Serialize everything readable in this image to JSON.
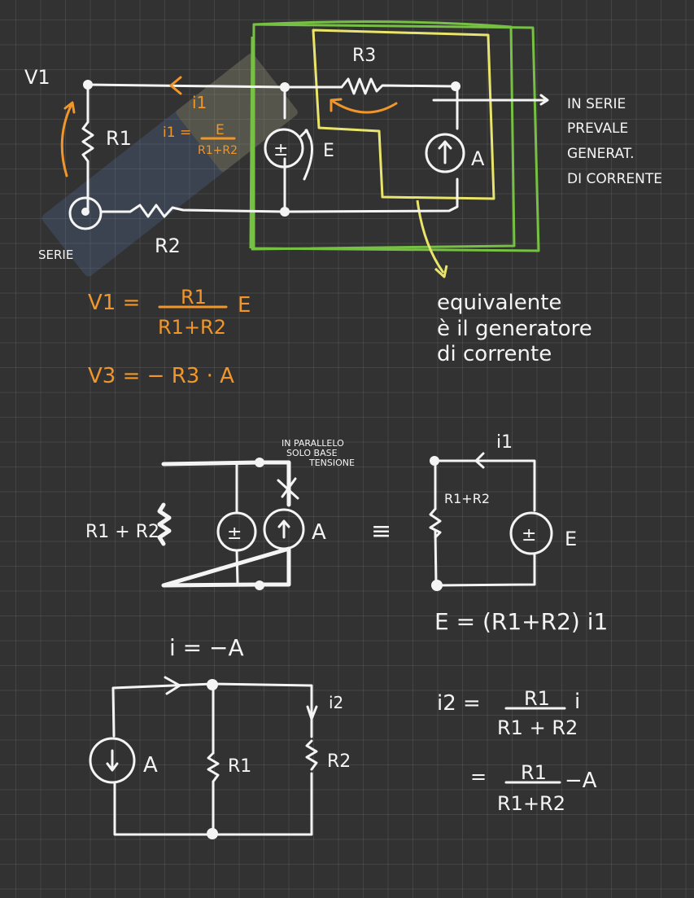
{
  "colors": {
    "background": "#323232",
    "ink": "#f4f4f4",
    "highlight_orange": "#f0962a",
    "box_green": "#76c043",
    "box_yellow": "#e9e46a"
  },
  "circuit1": {
    "v1_label": "V1",
    "r1_label": "R1",
    "r2_label": "R2",
    "r3_label": "R3",
    "e_label": "E",
    "a_label": "A",
    "i1_label": "i1",
    "i1_formula_lhs": "i1 =",
    "i1_formula_num": "E",
    "i1_formula_den": "R1+R2",
    "serie_label": "SERIE",
    "plus_minus": "±",
    "note_lines": [
      "IN SERIE",
      "PREVALE",
      "GENERAT.",
      "DI CORRENTE"
    ],
    "equiv_note_lines": [
      "equivalente",
      "è il generatore",
      "di corrente"
    ]
  },
  "equations": {
    "v1_lhs": "V1 =",
    "v1_num": "R1",
    "v1_den": "R1+R2",
    "v1_tail": "E",
    "v3": "V3 =  − R3 · A"
  },
  "circuit2": {
    "resistor_label": "R1 + R2",
    "a_label": "A",
    "plus_minus": "±",
    "note_lines": [
      "IN PARALLELO",
      "SOLO BASE",
      "TENSIONE"
    ],
    "equiv_symbol": "≡"
  },
  "circuit3": {
    "i1_label": "i1",
    "resistor_label": "R1+R2",
    "e_label": "E",
    "plus_minus": "±",
    "equation": "E = (R1+R2) i1"
  },
  "circuit4": {
    "i_label": "i = −A",
    "a_label": "A",
    "r1_label": "R1",
    "r2_label": "R2",
    "i2_label": "i2"
  },
  "equations2": {
    "i2_lhs": "i2 =",
    "i2_num": "R1",
    "i2_den": "R1 + R2",
    "i2_tail": "i",
    "eq2_lhs": "=",
    "eq2_num": "R1",
    "eq2_den": "R1+R2",
    "eq2_tail": "−A"
  }
}
